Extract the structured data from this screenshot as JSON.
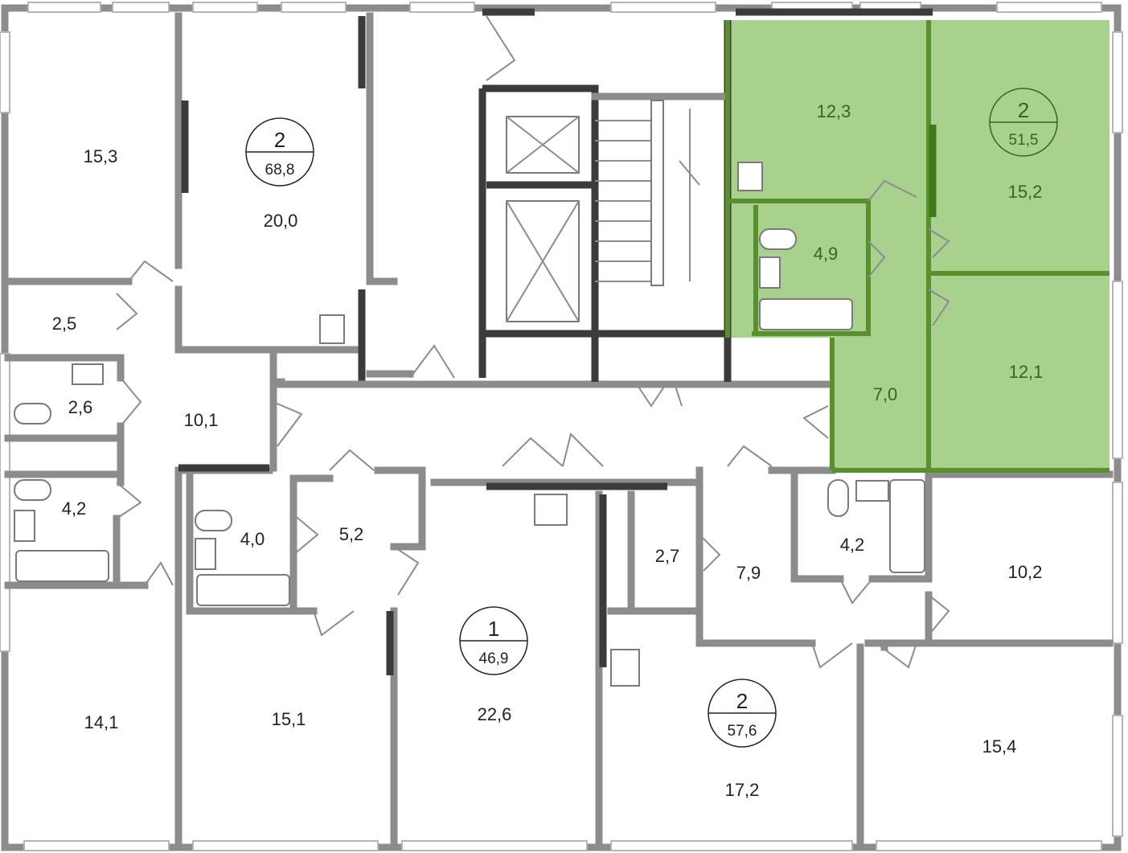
{
  "colors": {
    "wall": "#8c8c8c",
    "dark_wall": "#3b3b3b",
    "highlight_fill": "#a9d18e",
    "highlight_text": "#2f6a16"
  },
  "apartments": [
    {
      "rooms": "2",
      "area": "68,8"
    },
    {
      "rooms": "2",
      "area": "51,5",
      "highlighted": true
    },
    {
      "rooms": "1",
      "area": "46,9"
    },
    {
      "rooms": "2",
      "area": "57,6"
    }
  ],
  "room_areas": {
    "a": "15,3",
    "b": "20,0",
    "c": "2,5",
    "d": "2,6",
    "e": "10,1",
    "f": "4,2",
    "g": "12,3",
    "h": "15,2",
    "i": "4,9",
    "j": "7,0",
    "k": "12,1",
    "l": "4,0",
    "m": "5,2",
    "n": "2,7",
    "o": "7,9",
    "p": "4,2",
    "q": "10,2",
    "r": "14,1",
    "s": "15,1",
    "t": "22,6",
    "u": "17,2",
    "v": "15,4"
  }
}
